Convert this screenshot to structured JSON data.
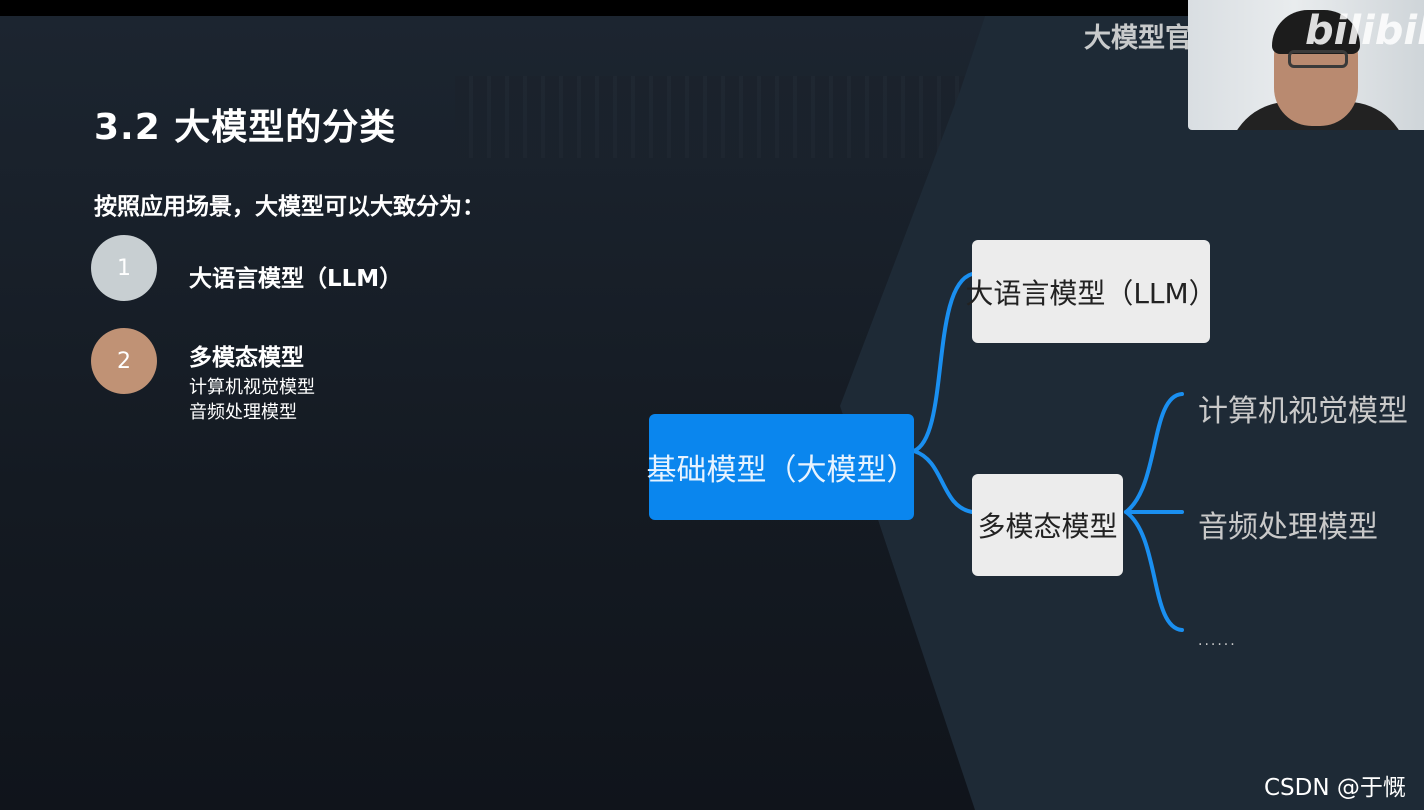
{
  "slide": {
    "title": "3.2 大模型的分类",
    "subtitle": "按照应用场景，大模型可以大致分为：",
    "items": [
      {
        "number": "1",
        "label": "大语言模型（LLM）"
      },
      {
        "number": "2",
        "label": "多模态模型",
        "subitems": [
          "计算机视觉模型",
          "音频处理模型"
        ]
      }
    ]
  },
  "mindmap": {
    "root": "基础模型（大模型）",
    "branches": [
      {
        "label": "大语言模型（LLM）"
      },
      {
        "label": "多模态模型",
        "leaves": [
          "计算机视觉模型",
          "音频处理模型",
          "......"
        ]
      }
    ]
  },
  "overlay": {
    "course_watermark": "大模型官方课程",
    "platform_logo": "bilibili",
    "attribution": "CSDN @于慨"
  },
  "colors": {
    "root_node": "#0a86ee",
    "connector": "#1a8ff0",
    "circle_1": "#c8cfd2",
    "circle_2": "#c09275"
  }
}
